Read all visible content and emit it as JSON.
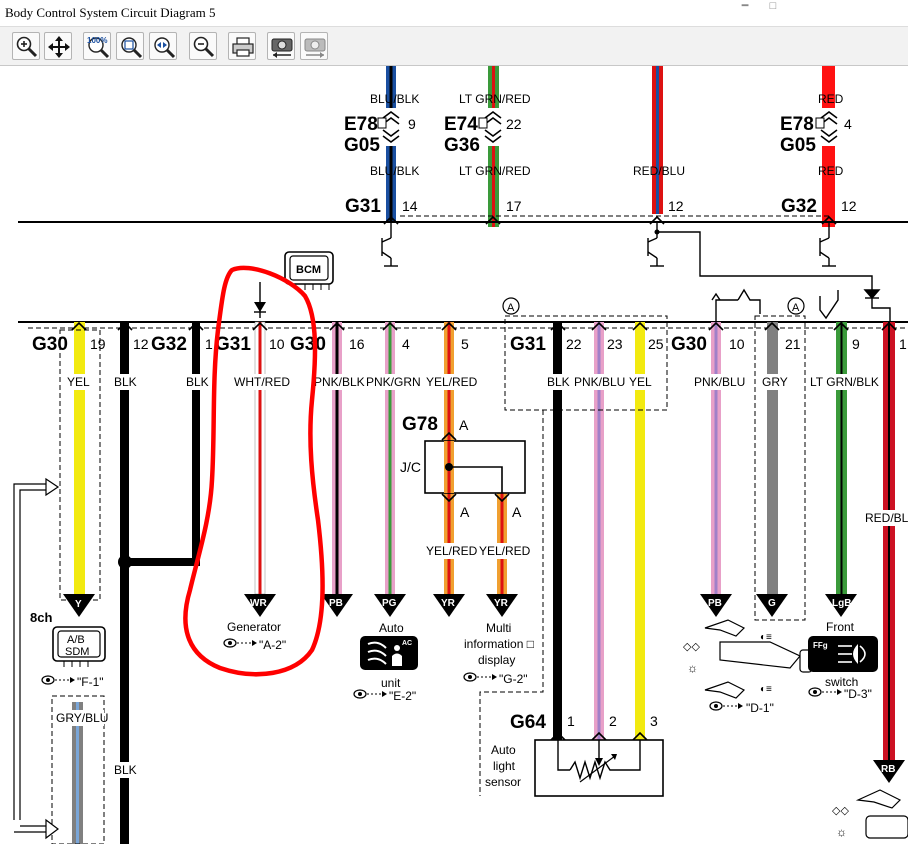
{
  "window": {
    "title": "Body Control System Circuit Diagram 5"
  },
  "toolbar": {
    "buttons": [
      {
        "name": "zoom-in-button",
        "icon": "zoom-in-icon"
      },
      {
        "name": "pan-button",
        "icon": "pan-arrows-icon"
      },
      {
        "name": "actual-size-button",
        "icon": "zoom-100-icon",
        "label": "100%"
      },
      {
        "name": "zoom-fit-button",
        "icon": "zoom-fit-icon"
      },
      {
        "name": "zoom-window-button",
        "icon": "zoom-window-icon"
      },
      {
        "name": "zoom-out-button",
        "icon": "zoom-out-icon"
      },
      {
        "name": "print-button",
        "icon": "printer-icon"
      },
      {
        "name": "previous-diagram-button",
        "icon": "camera-back-icon"
      },
      {
        "name": "next-diagram-button",
        "icon": "camera-forward-icon"
      }
    ]
  },
  "diagram": {
    "wire_colors": {
      "BLU": "#1a4fa0",
      "BLK": "#000000",
      "GRN": "#3a9a3a",
      "RED": "#dd1111",
      "YEL": "#f2ea10",
      "PNK": "#e8a0c8",
      "WHT": "#ffffff",
      "GRY": "#808080",
      "ORN": "#f0a030",
      "PRP": "#a080c8",
      "LTBLU": "#7aa6d8"
    },
    "annotation_color": "#ff0000",
    "connectors": {
      "e78_top": "E78",
      "g05_top": "G05",
      "pin_9": "9",
      "e74": "E74",
      "g36": "G36",
      "pin_22": "22",
      "e78_right": "E78",
      "g05_right": "G05",
      "pin_4": "4",
      "g31_top": "G31",
      "pin_14": "14",
      "pin_17": "17",
      "pin_12a": "12",
      "g32_top": "G32",
      "pin_12b": "12",
      "g30_left": "G30",
      "pin_19": "19",
      "pin_12c": "12",
      "g32_mid": "G32",
      "pin_1a": "1",
      "g31_mid": "G31",
      "pin_10a": "10",
      "g30_mid": "G30",
      "pin_16": "16",
      "pin_4b": "4",
      "pin_5": "5",
      "g31_right": "G31",
      "pin_22b": "22",
      "pin_23": "23",
      "pin_25": "25",
      "g30_right": "G30",
      "pin_10b": "10",
      "pin_21": "21",
      "pin_9b": "9",
      "pin_1b": "1",
      "g78": "G78",
      "g78_a": "A",
      "jc": "J/C",
      "jc_a1": "A",
      "jc_a2": "A",
      "g64": "G64",
      "g64_p1": "1",
      "g64_p2": "2",
      "g64_p3": "3",
      "circle_a1": "A",
      "circle_a2": "A",
      "ch8": "8ch"
    },
    "wire_labels": {
      "blu_blk_a": "BLU/BLK",
      "blu_blk_b": "BLU/BLK",
      "ltgrn_red_a": "LT GRN/RED",
      "ltgrn_red_b": "LT GRN/RED",
      "red_blu": "RED/BLU",
      "red_a": "RED",
      "red_b": "RED",
      "yel": "YEL",
      "blk_a": "BLK",
      "blk_b": "BLK",
      "wht_red": "WHT/RED",
      "pnk_blk": "PNK/BLK",
      "pnk_grn": "PNK/GRN",
      "yel_red": "YEL/RED",
      "yel_red_b": "YEL/RED",
      "yel_red_c": "YEL/RED",
      "blk_c": "BLK",
      "pnk_blu": "PNK/BLU",
      "yel_b": "YEL",
      "pnk_blu_b": "PNK/BLU",
      "gry": "GRY",
      "ltgrn_blk": "LT GRN/BLK",
      "red_blk": "RED/BLK",
      "gry_blu": "GRY/BLU",
      "blk_d": "BLK"
    },
    "terminal_codes": {
      "y": "Y",
      "wr": "WR",
      "pb": "PB",
      "pg": "PG",
      "yr1": "YR",
      "yr2": "YR",
      "pb2": "PB",
      "g": "G",
      "lgb": "LgB",
      "rb": "RB"
    },
    "components": {
      "bcm": "BCM",
      "ab_sdm_1": "A/B",
      "ab_sdm_2": "SDM",
      "generator": "Generator",
      "auto_1": "Auto",
      "ac": "AC",
      "auto_2": "unit",
      "multi_1": "Multi",
      "multi_2": "information □",
      "multi_3": "display",
      "front_1": "Front",
      "front_2": "switch",
      "ffg": "FFg",
      "auto_light_1": "Auto",
      "auto_light_2": "light",
      "auto_light_3": "sensor"
    },
    "references": {
      "f1": "\"F-1\"",
      "a2": "\"A-2\"",
      "e2": "\"E-2\"",
      "g2": "\"G-2\"",
      "d1": "\"D-1\"",
      "d3": "\"D-3\""
    }
  }
}
